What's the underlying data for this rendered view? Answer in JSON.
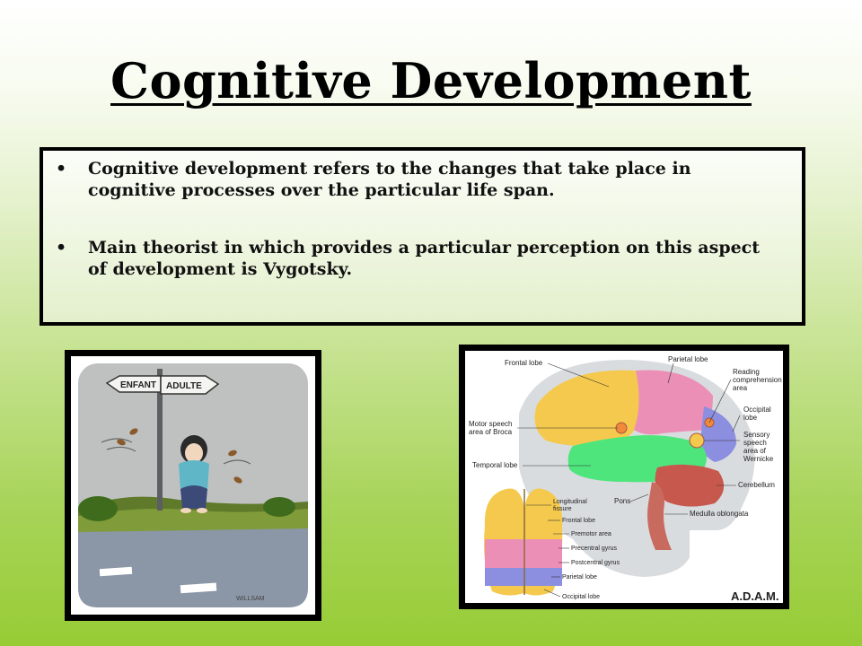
{
  "title": "Cognitive Development",
  "bullets": [
    "Cognitive development refers to the changes that take place in cognitive processes over the particular life span.",
    "Main theorist in which provides a particular perception on this aspect of development is Vygotsky."
  ],
  "bullet_glyph": "•",
  "cartoon": {
    "sign_left": "ENFANT",
    "sign_right": "ADULTE",
    "signature": "WILLSAM"
  },
  "brain_diagram": {
    "labels": {
      "frontal_lobe": "Frontal lobe",
      "parietal_lobe": "Parietal lobe",
      "reading": "Reading\ncomprehension\narea",
      "occipital_lobe": "Occipital\nlobe",
      "motor_speech": "Motor speech\narea of Broca",
      "sensory_speech": "Sensory\nspeech\narea of\nWernicke",
      "temporal_lobe": "Temporal lobe",
      "cerebellum": "Cerebellum",
      "pons": "Pons",
      "medulla": "Medulla oblongata",
      "longitudinal_fissure": "Longitudinal\nfissure",
      "top_frontal_lobe": "Frontal lobe",
      "premotor_area": "Premotor area",
      "precentral_gyrus": "Precentral gyrus",
      "postcentral_gyrus": "Postcentral gyrus",
      "top_parietal_lobe": "Parietal lobe",
      "top_occipital_lobe": "Occipital lobe"
    },
    "logo": "A.D.A.M."
  },
  "colors": {
    "frontal": "#f4c94d",
    "parietal": "#ec8fb6",
    "occipital": "#8c8ee0",
    "temporal": "#4ee57d",
    "cerebellum": "#c7584e",
    "stem": "#c96a5f"
  }
}
